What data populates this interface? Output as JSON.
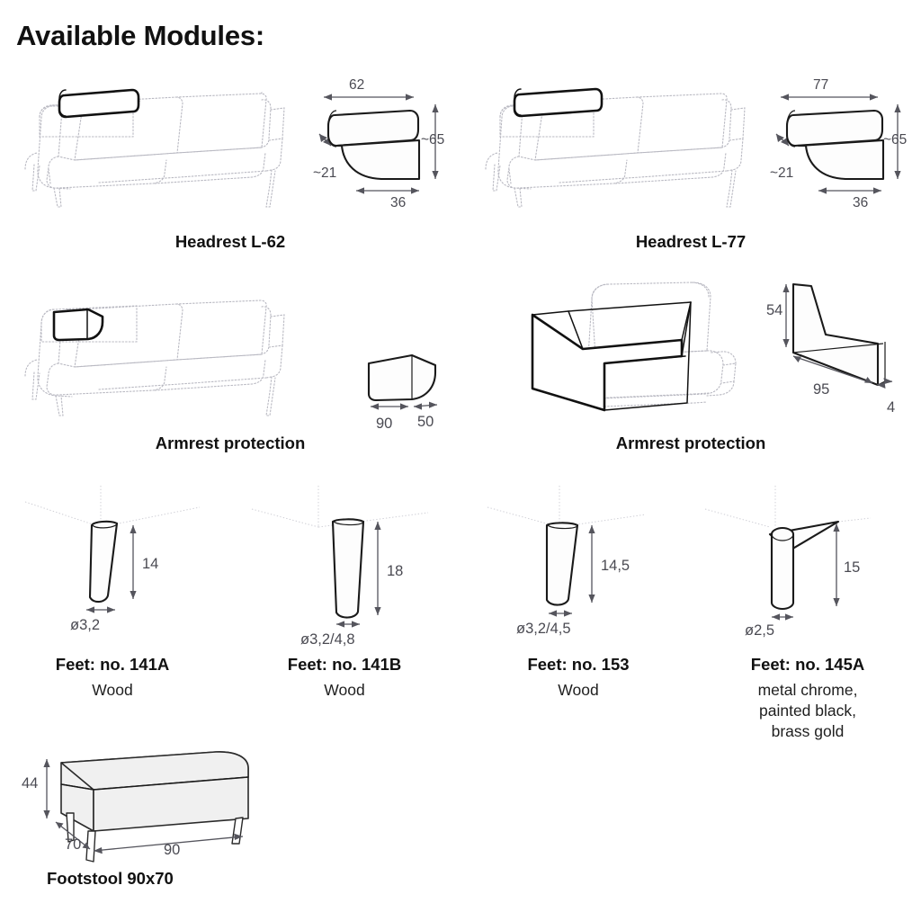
{
  "page": {
    "title": "Available Modules:"
  },
  "modules": [
    {
      "id": "headrest-l62",
      "caption": "Headrest L-62",
      "dims": {
        "width": "62",
        "height": "~65",
        "depth": "36",
        "thickness": "~21"
      }
    },
    {
      "id": "headrest-l77",
      "caption": "Headrest L-77",
      "dims": {
        "width": "77",
        "height": "~65",
        "depth": "36",
        "thickness": "~21"
      }
    },
    {
      "id": "armrest-protection-small",
      "caption": "Armrest protection",
      "dims": {
        "width": "90",
        "depth": "50"
      }
    },
    {
      "id": "armrest-protection-large",
      "caption": "Armrest protection",
      "dims": {
        "height": "54",
        "length": "95",
        "thickness": "4"
      }
    }
  ],
  "feet": [
    {
      "id": "141a",
      "caption": "Feet: no. 141A",
      "material": "Wood",
      "height": "14",
      "diameter": "ø3,2"
    },
    {
      "id": "141b",
      "caption": "Feet: no. 141B",
      "material": "Wood",
      "height": "18",
      "diameter": "ø3,2/4,8"
    },
    {
      "id": "153",
      "caption": "Feet: no. 153",
      "material": "Wood",
      "height": "14,5",
      "diameter": "ø3,2/4,5"
    },
    {
      "id": "145a",
      "caption": "Feet: no. 145A",
      "material": "metal chrome,\npainted black,\nbrass gold",
      "material_line1": "metal chrome,",
      "material_line2": "painted black,",
      "material_line3": "brass gold",
      "height": "15",
      "diameter": "ø2,5"
    }
  ],
  "footstool": {
    "id": "footstool-90x70",
    "caption": "Footstool 90x70",
    "dims": {
      "height": "44",
      "depth": "70",
      "width": "90"
    }
  },
  "colors": {
    "ink": "#111111",
    "ghost": "#b9b9c2",
    "dimension": "#55555d",
    "stool_fill": "#f0f0f0"
  }
}
